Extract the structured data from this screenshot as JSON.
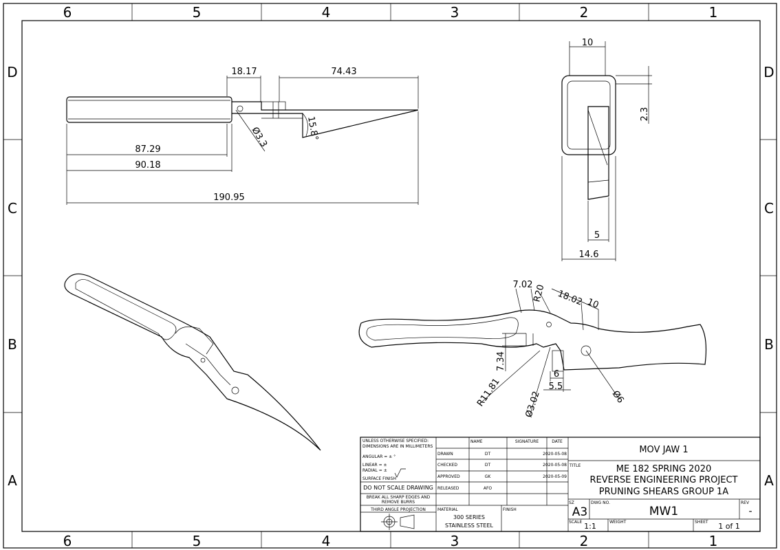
{
  "zones": {
    "columns": [
      "6",
      "5",
      "4",
      "3",
      "2",
      "1"
    ],
    "rows": [
      "D",
      "C",
      "B",
      "A"
    ]
  },
  "top_view": {
    "dims": [
      "18.17",
      "74.43",
      "15.8°",
      "Ø3.3",
      "87.29",
      "90.18",
      "190.95"
    ]
  },
  "side_view": {
    "dims": [
      "10",
      "2.3",
      "5",
      "14.6"
    ]
  },
  "front_view": {
    "dims": [
      "7.02",
      "R20",
      "18.02",
      "10",
      "7.34",
      "R11.81",
      "Ø3.02",
      "6",
      "5.5",
      "Ø6"
    ]
  },
  "title_block": {
    "general_notes": [
      "UNLESS OTHERWISE SPECIFIED:",
      "DIMENSIONS ARE IN MILLIMETERS",
      "ANGULAR = ± °",
      "LINEAR = ±",
      "RADIAL = ±",
      "SURFACE FINISH"
    ],
    "do_not_scale": "DO NOT SCALE DRAWING",
    "break_edges": [
      "BREAK ALL SHARP EDGES AND",
      "REMOVE BURRS"
    ],
    "projection": "THIRD ANGLE PROJECTION",
    "headers": {
      "name": "NAME",
      "signature": "SIGNATURE",
      "date": "DATE"
    },
    "rows": [
      {
        "label": "DRAWN",
        "name": "DT",
        "date": "2020-05-08"
      },
      {
        "label": "CHECKED",
        "name": "DT",
        "date": "2020-05-08"
      },
      {
        "label": "APPROVED",
        "name": "GK",
        "date": "2020-05-09"
      },
      {
        "label": "RELEASED",
        "name": "AFO",
        "date": ""
      }
    ],
    "material_label": "MATERIAL",
    "material": [
      "300 SERIES",
      "STAINLESS STEEL"
    ],
    "finish_label": "FINISH",
    "part_name": "MOV JAW 1",
    "title_label": "TITLE",
    "title": [
      "ME 182 SPRING 2020",
      "REVERSE ENGINEERING PROJECT",
      "PRUNING SHEARS GROUP 1A"
    ],
    "size_label": "SZ",
    "size": "A3",
    "dwg_no_label": "DWG NO.",
    "dwg_no": "MW1",
    "rev_label": "REV",
    "rev": "-",
    "scale_label": "SCALE",
    "scale": "1:1",
    "weight_label": "WEIGHT",
    "sheet_label": "SHEET",
    "sheet": "1 of 1"
  }
}
